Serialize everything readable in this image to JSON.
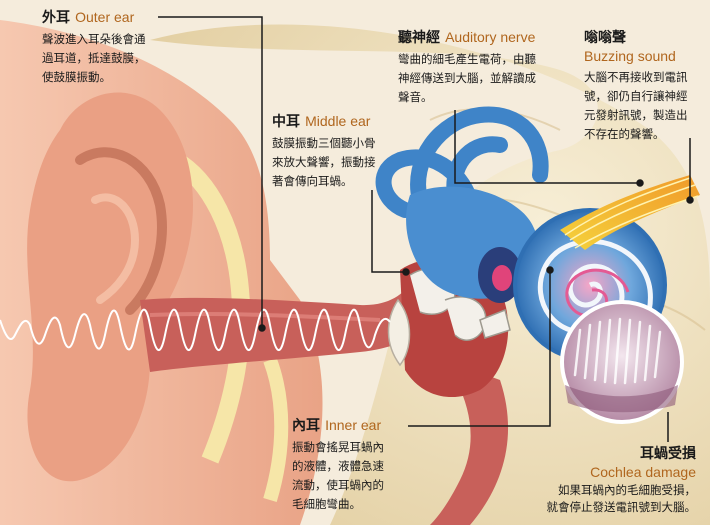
{
  "labels": {
    "outer_ear": {
      "zh": "外耳",
      "en": "Outer ear",
      "lines": [
        "聲波進入耳朵後會通",
        "過耳道，抵達鼓膜，",
        "使鼓膜振動。"
      ]
    },
    "middle_ear": {
      "zh": "中耳",
      "en": "Middle ear",
      "lines": [
        "鼓膜振動三個聽小骨",
        "來放大聲響，振動接",
        "著會傳向耳蝸。"
      ]
    },
    "auditory_nerve": {
      "zh": "聽神經",
      "en": "Auditory nerve",
      "lines": [
        "彎曲的細毛產生電荷，由聽",
        "神經傳送到大腦，並解讀成",
        "聲音。"
      ]
    },
    "buzzing_sound": {
      "zh": "嗡嗡聲",
      "en": "Buzzing sound",
      "lines": [
        "大腦不再接收到電訊",
        "號，卻仍自行讓神經",
        "元發射訊號，製造出",
        "不存在的聲響。"
      ]
    },
    "inner_ear": {
      "zh": "內耳",
      "en": "Inner ear",
      "lines": [
        "振動會搖晃耳蝸內",
        "的液體，液體急速",
        "流動，使耳蝸內的",
        "毛細胞彎曲。"
      ]
    },
    "cochlea_damage": {
      "zh": "耳蝸受損",
      "en": "Cochlea damage",
      "lines": [
        "如果耳蝸內的毛細胞受損，",
        "就會停止發送電訊號到大腦。"
      ]
    }
  },
  "colors": {
    "skin": "#f0b49a",
    "skin_dark": "#d98a6e",
    "canal": "#c75a55",
    "bone": "#efe2c2",
    "cochlea_blue": "#3f84c8",
    "nerve_yellow": "#f2c233",
    "accent_text": "#b0661e"
  }
}
